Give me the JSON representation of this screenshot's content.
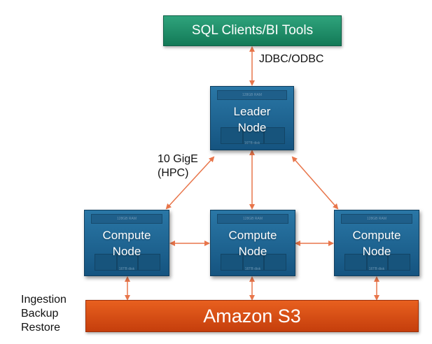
{
  "sql_clients": {
    "label": "SQL Clients/BI Tools"
  },
  "jdbc_label": "JDBC/ODBC",
  "network_label": {
    "line1": "10 GigE",
    "line2": "(HPC)"
  },
  "leader": {
    "ram": "128GB RAM",
    "line1": "Leader",
    "line2": "Node",
    "disk": "16TB disk"
  },
  "compute_nodes": [
    {
      "ram": "128GB RAM",
      "line1": "Compute",
      "line2": "Node",
      "disk": "16TB disk"
    },
    {
      "ram": "128GB RAM",
      "line1": "Compute",
      "line2": "Node",
      "disk": "16TB disk"
    },
    {
      "ram": "128GB RAM",
      "line1": "Compute",
      "line2": "Node",
      "disk": "16TB disk"
    }
  ],
  "s3": {
    "label": "Amazon S3"
  },
  "s3_ops": {
    "line1": "Ingestion",
    "line2": "Backup",
    "line3": "Restore"
  },
  "colors": {
    "sql": "#1e8f68",
    "node": "#1f6594",
    "s3": "#d94c15",
    "arrow": "#e8754a"
  }
}
